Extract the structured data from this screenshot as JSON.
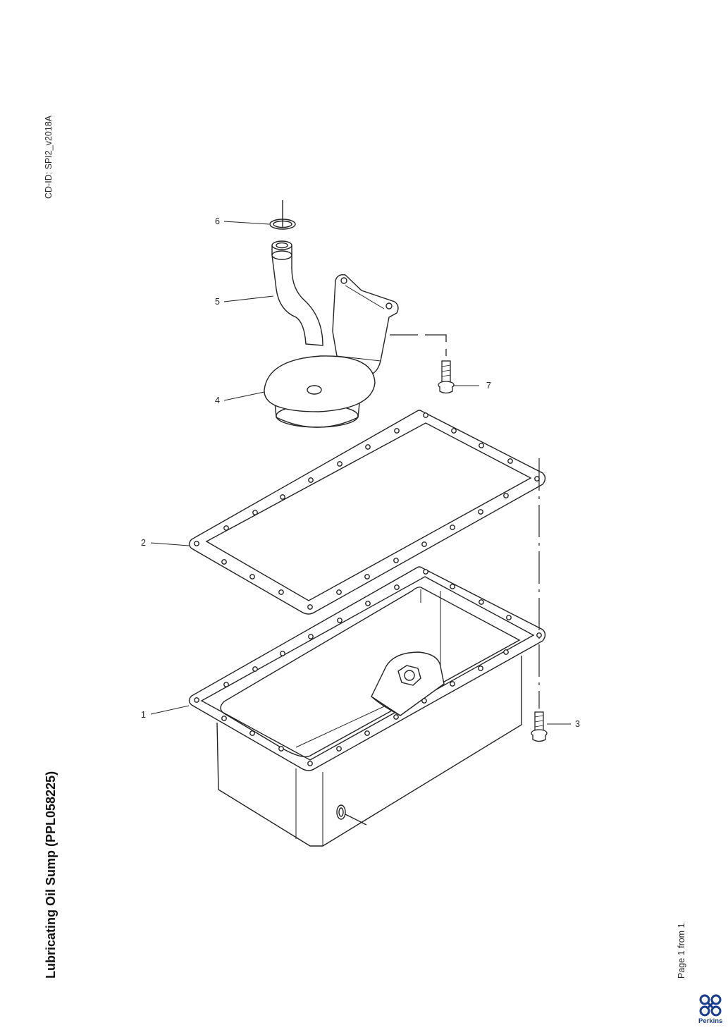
{
  "document": {
    "cd_id": "CD-ID: SPI2_v2018A",
    "title": "Lubricating Oil Sump (PPL058225)",
    "page_label": "Page 1 from 1"
  },
  "brand": {
    "name": "Perkins",
    "color": "#1b3d8f"
  },
  "callouts": {
    "c1": "1",
    "c2": "2",
    "c3": "3",
    "c4": "4",
    "c5": "5",
    "c6": "6",
    "c7": "7"
  }
}
